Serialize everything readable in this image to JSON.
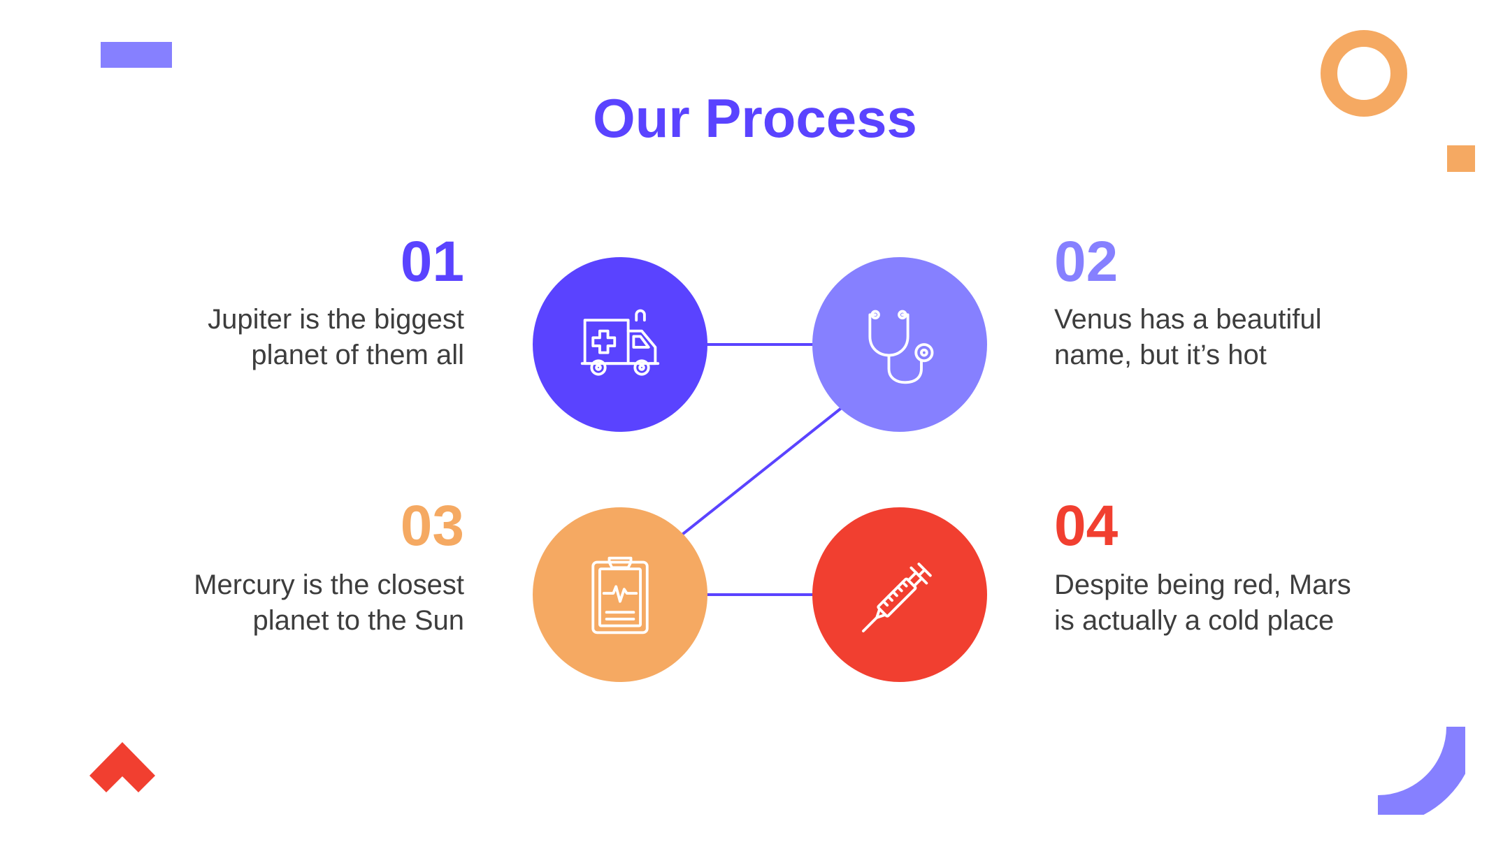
{
  "slide": {
    "title": "Our Process"
  },
  "steps": [
    {
      "number": "01",
      "line1": "Jupiter is the biggest",
      "line2": "planet of them all",
      "color": "#5a43ff",
      "icon": "ambulance-icon"
    },
    {
      "number": "02",
      "line1": "Venus has a beautiful",
      "line2": "name, but it’s hot",
      "color": "#8680ff",
      "icon": "stethoscope-icon"
    },
    {
      "number": "03",
      "line1": "Mercury is the closest",
      "line2": "planet to the Sun",
      "color": "#f5a962",
      "icon": "medical-clipboard-icon"
    },
    {
      "number": "04",
      "line1": "Despite being red, Mars",
      "line2": "is actually a cold place",
      "color": "#f13f30",
      "icon": "syringe-icon"
    }
  ],
  "colors": {
    "accent_purple": "#5a43ff",
    "accent_lavender": "#8680ff",
    "accent_orange": "#f5a962",
    "accent_red": "#f13f30"
  }
}
